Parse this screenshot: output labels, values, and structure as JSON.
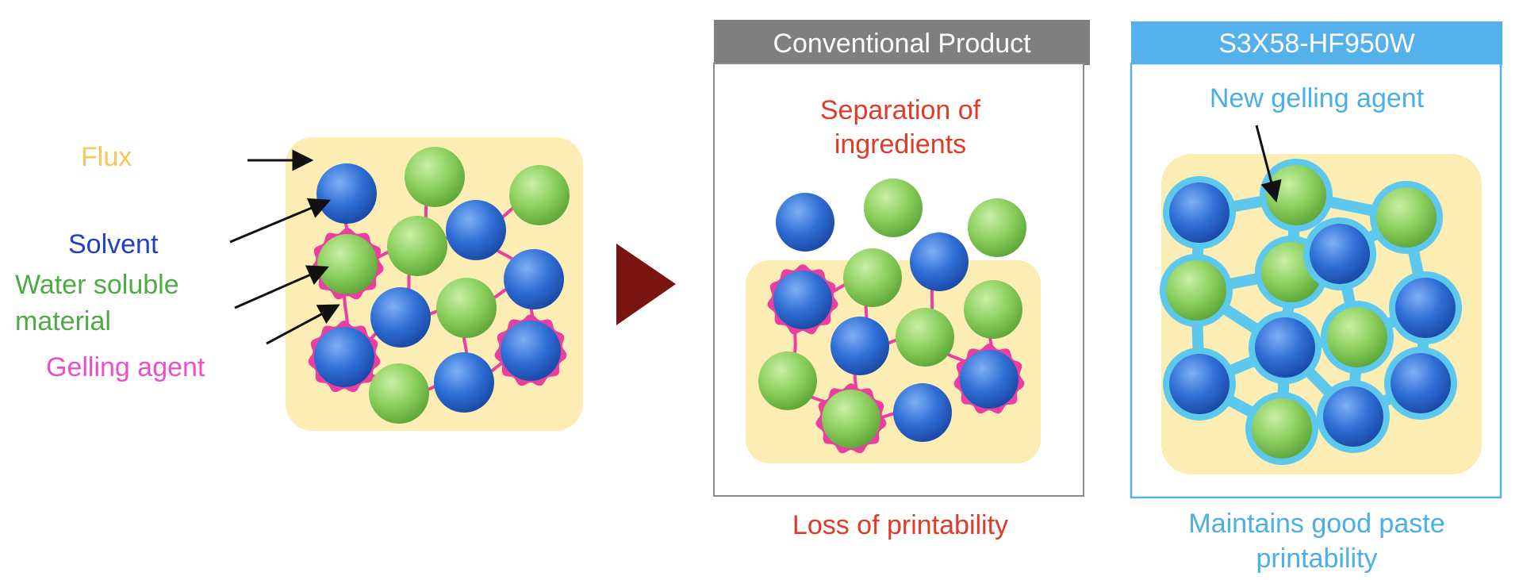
{
  "colors": {
    "flux": "#f7c75a",
    "fluxFill": "#fcedb5",
    "solvent": "#2f6fd6",
    "water": "#8ccf5f",
    "gel": "#ea3fa0",
    "conventional_header": "#7f7f7f",
    "new_header": "#55b1ec",
    "new_gel": "#5cc8ee",
    "red_text": "#e03a2a",
    "arrow_triangle": "#7a1410"
  },
  "legend": {
    "flux": "Flux",
    "solvent": "Solvent",
    "water_soluble_line1": "Water soluble",
    "water_soluble_line2": "material",
    "gelling_agent": "Gelling agent"
  },
  "conventional": {
    "header": "Conventional Product",
    "note_line1": "Separation of",
    "note_line2": "ingredients",
    "caption": "Loss of printability"
  },
  "new_product": {
    "header": "S3X58-HF950W",
    "note": "New gelling agent",
    "caption_line1": "Maintains good paste",
    "caption_line2": "printability"
  },
  "icons": {
    "arrow": "right-triangle-arrow"
  }
}
